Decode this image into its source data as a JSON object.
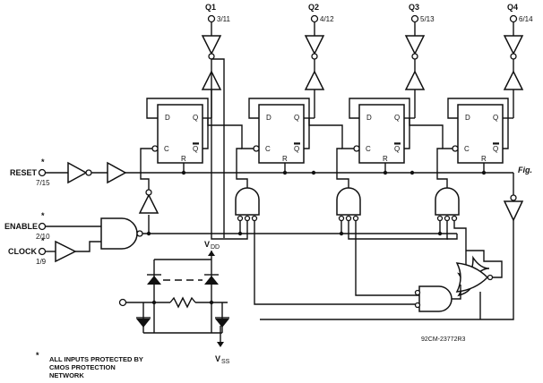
{
  "outputs": [
    {
      "name": "Q1",
      "pins": "3/11"
    },
    {
      "name": "Q2",
      "pins": "4/12"
    },
    {
      "name": "Q3",
      "pins": "5/13"
    },
    {
      "name": "Q4",
      "pins": "6/14"
    }
  ],
  "flipflop": {
    "d": "D",
    "c": "C",
    "r": "R",
    "q": "Q",
    "qbar": "Q"
  },
  "inputs": {
    "reset": {
      "label": "RESET",
      "pins": "7/15"
    },
    "enable": {
      "label": "ENABLE",
      "pins": "2/10"
    },
    "clock": {
      "label": "CLOCK",
      "pins": "1/9"
    },
    "asterisk": "*"
  },
  "supply": {
    "vdd": "V",
    "vdd_sub": "DD",
    "vss": "V",
    "vss_sub": "SS"
  },
  "note_lines": [
    "ALL INPUTS PROTECTED BY",
    "CMOS PROTECTION",
    "NETWORK"
  ],
  "figure_label": "Fig.",
  "drawing_number": "92CM-23772R3"
}
